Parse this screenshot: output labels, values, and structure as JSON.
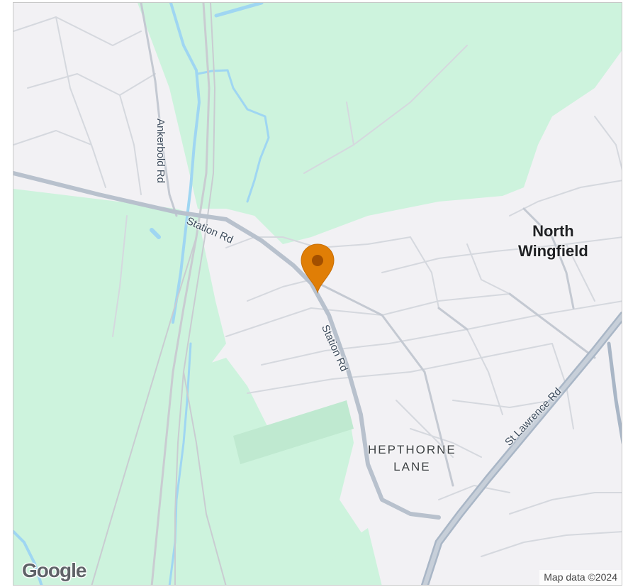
{
  "map": {
    "place_label_line1": "North",
    "place_label_line2": "Wingfield",
    "area_label_line1": "HEPTHORNE",
    "area_label_line2": "LANE",
    "roads": {
      "ankerbold": "Ankerbold Rd",
      "station_upper": "Station Rd",
      "station_lower": "Station Rd",
      "st_lawrence": "St Lawrence Rd"
    },
    "attribution": "Map data ©2024",
    "logo": "Google",
    "colors": {
      "land": "#f2f1f4",
      "park": "#cdf3dd",
      "water": "#9fd6f2",
      "road": "#c4c9d2",
      "major_road": "#a9b6c6",
      "marker": "#e07e06",
      "marker_dot": "#a24f00"
    }
  }
}
